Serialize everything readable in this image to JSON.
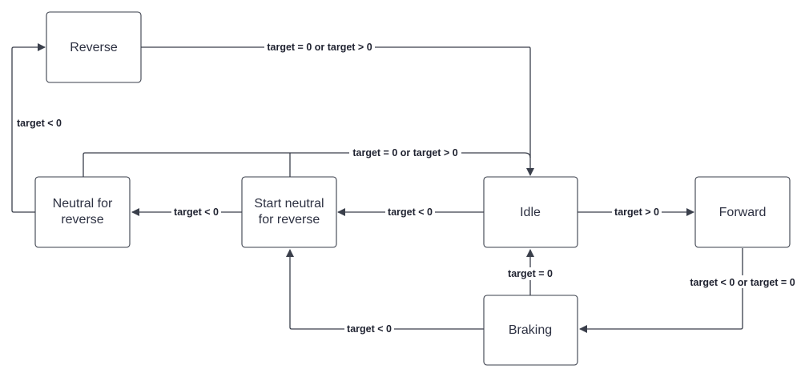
{
  "nodes": {
    "reverse": {
      "label": [
        "Reverse"
      ]
    },
    "neutral_for_reverse": {
      "label": [
        "Neutral for",
        "reverse"
      ]
    },
    "start_neutral_for_reverse": {
      "label": [
        "Start neutral",
        "for reverse"
      ]
    },
    "idle": {
      "label": [
        "Idle"
      ]
    },
    "forward": {
      "label": [
        "Forward"
      ]
    },
    "braking": {
      "label": [
        "Braking"
      ]
    }
  },
  "edges": {
    "reverse_to_idle": {
      "from": "Reverse",
      "to": "Idle",
      "label": "target = 0 or target > 0"
    },
    "neutral_to_reverse": {
      "from": "Neutral for reverse",
      "to": "Reverse",
      "label": "target < 0"
    },
    "neutral_states_to_idle": {
      "from": "Neutral for reverse / Start neutral for reverse",
      "to": "Idle",
      "label": "target = 0 or target > 0"
    },
    "start_neutral_to_neutral": {
      "from": "Start neutral for reverse",
      "to": "Neutral for reverse",
      "label": "target < 0"
    },
    "idle_to_start_neutral": {
      "from": "Idle",
      "to": "Start neutral for reverse",
      "label": "target < 0"
    },
    "idle_to_forward": {
      "from": "Idle",
      "to": "Forward",
      "label": "target > 0"
    },
    "forward_to_braking": {
      "from": "Forward",
      "to": "Braking",
      "label": "target < 0 or target = 0"
    },
    "braking_to_idle": {
      "from": "Braking",
      "to": "Idle",
      "label": "target = 0"
    },
    "braking_to_start_neutral": {
      "from": "Braking",
      "to": "Start neutral for reverse",
      "label": "target < 0"
    }
  },
  "colors": {
    "stroke": "#3a3f4b",
    "text": "#2d3142",
    "background": "#ffffff"
  }
}
